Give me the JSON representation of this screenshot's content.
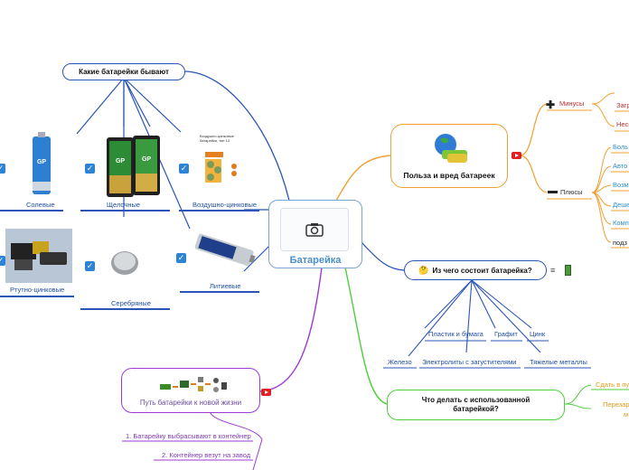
{
  "center": {
    "label": "Батарейка",
    "icon": "camera-icon"
  },
  "types": {
    "title": "Какие батарейки бывают",
    "items": [
      "Солевые",
      "Щелочные",
      "Воздушно-цинковые",
      "Ртутно-цинковые",
      "Серебряные",
      "Литиевые"
    ],
    "check_mark": "✓",
    "pack_label": "Воздушно-цинковые батарейки, тип 13"
  },
  "benefit": {
    "title": "Польза и вред батареек",
    "minus_label": "Минусы",
    "minus_items": [
      "Загр",
      "Несо"
    ],
    "plus_label": "Плюсы",
    "plus_items": [
      "Боль",
      "Авто",
      "Возм",
      "Деше",
      "Комп",
      "подз"
    ]
  },
  "composition": {
    "title": "Из чего состоит батарейка?",
    "items": [
      "Пластик и бумага",
      "Графит",
      "Цинк",
      "Железо",
      "Электролиты с загустителями",
      "Тяжелые металлы"
    ]
  },
  "used": {
    "title": "Что делать с использованной батарейкой?",
    "items": [
      "Сдать в пу",
      "Перезар",
      "м"
    ]
  },
  "path": {
    "title": "Путь батарейки к новой жизни",
    "steps": [
      "1. Батарейку выбрасывают в контейнер",
      "2. Контейнер везут на завод"
    ]
  },
  "colors": {
    "blue": "#2a54b8",
    "orange": "#f0a030",
    "green": "#4ccf3a",
    "purple": "#9b3bd6",
    "center_border": "#7aa6cf"
  }
}
